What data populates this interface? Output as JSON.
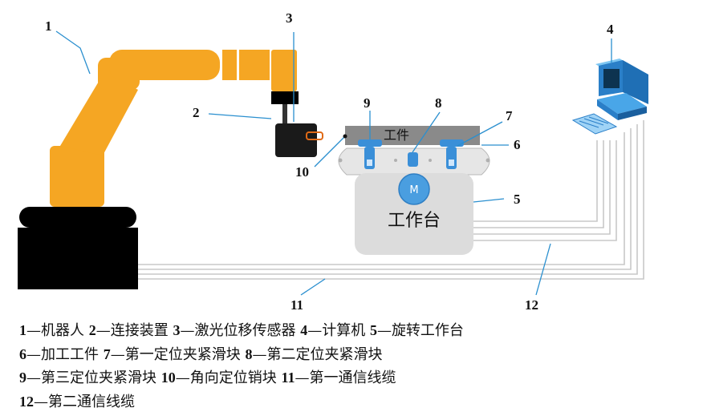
{
  "labels": {
    "n1": "1",
    "n2": "2",
    "n3": "3",
    "n4": "4",
    "n5": "5",
    "n6": "6",
    "n7": "7",
    "n8": "8",
    "n9": "9",
    "n10": "10",
    "n11": "11",
    "n12": "12"
  },
  "workpiece_text": "工件",
  "table_text": "工作台",
  "motor_text": "M",
  "colors": {
    "robot": "#F5A623",
    "base": "#000000",
    "leader": "#2a8fcf",
    "clamp": "#3a8fd8",
    "table": "#dcdcdc"
  },
  "legend": [
    [
      {
        "num": "1",
        "text": "—机器人"
      },
      {
        "num": "2",
        "text": "—连接装置"
      },
      {
        "num": "3",
        "text": "—激光位移传感器"
      },
      {
        "num": "4",
        "text": "—计算机"
      },
      {
        "num": "5",
        "text": "—旋转工作台"
      }
    ],
    [
      {
        "num": "6",
        "text": "—加工工件"
      },
      {
        "num": "7",
        "text": "—第一定位夹紧滑块"
      },
      {
        "num": "8",
        "text": "—第二定位夹紧滑块"
      }
    ],
    [
      {
        "num": "9",
        "text": "—第三定位夹紧滑块"
      },
      {
        "num": "10",
        "text": "—角向定位销块"
      },
      {
        "num": "11",
        "text": "—第一通信线缆"
      }
    ],
    [
      {
        "num": "12",
        "text": "—第二通信线缆"
      }
    ]
  ]
}
